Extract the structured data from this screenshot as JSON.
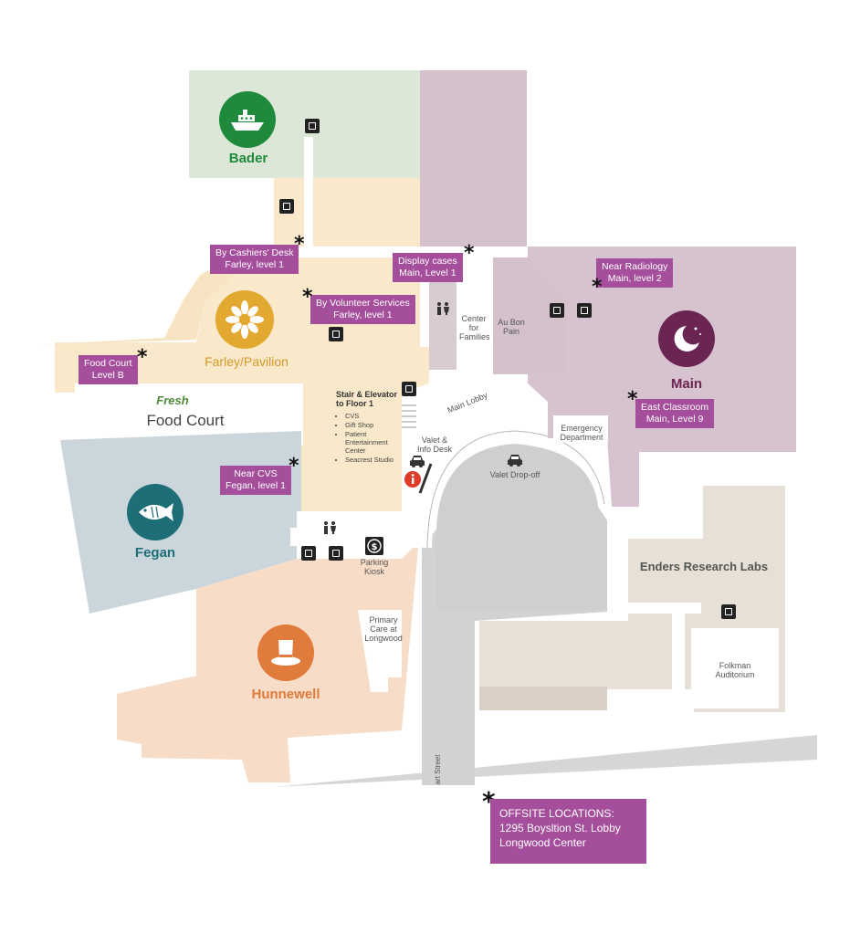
{
  "buildings": {
    "bader": "Bader",
    "farley": "Farley/Pavilion",
    "main": "Main",
    "fegan": "Fegan",
    "hunnewell": "Hunnewell",
    "enders": "Enders Research Labs",
    "food_court_brand": "Fresh",
    "food_court": "Food Court"
  },
  "places": {
    "center_for_families": "Center for Families",
    "au_bon_pain": "Au Bon Pain",
    "main_lobby": "Main Lobby",
    "emergency": "Emergency Department",
    "valet_info": "Valet & Info Desk",
    "valet_dropoff": "Valet Drop-off",
    "parking_kiosk": "Parking Kiosk",
    "primary_care": "Primary Care at Longwood",
    "folkman": "Folkman Auditorium",
    "street": "art Street"
  },
  "stair_elevator": {
    "title": "Stair & Elevator to Floor 1",
    "items": [
      "CVS",
      "Gift Shop",
      "Patient Entertainment Center",
      "Seacrest Studio"
    ]
  },
  "callouts": {
    "cashiers": {
      "line1": "By Cashiers' Desk",
      "line2": "Farley, level 1"
    },
    "display": {
      "line1": "Display cases",
      "line2": "Main, Level 1"
    },
    "radiology": {
      "line1": "Near Radiology",
      "line2": "Main, level 2"
    },
    "volunteer": {
      "line1": "By Volunteer Services",
      "line2": "Farley, level 1"
    },
    "foodcourt": {
      "line1": "Food Court",
      "line2": "Level B"
    },
    "east_classroom": {
      "line1": "East Classroom",
      "line2": "Main, Level 9"
    },
    "cvs": {
      "line1": "Near CVS",
      "line2": "Fegan, level 1"
    }
  },
  "offsite": {
    "title": "OFFSITE LOCATIONS:",
    "line1": "1295 Boysltion St. Lobby",
    "line2": "Longwood Center"
  },
  "marker_symbol": "*",
  "icons": [
    "boat-icon",
    "flower-icon",
    "moon-icon",
    "fish-icon",
    "top-hat-icon",
    "elevator-icon",
    "restroom-icon",
    "car-icon",
    "info-icon",
    "dollar-icon"
  ],
  "colors": {
    "bader": "#dce7d8",
    "bader_icon": "#1f8a3c",
    "farley": "#f9e8c9",
    "farley_icon": "#e3a830",
    "farley_text": "#d49a2a",
    "main": "#d7c2cf",
    "main_dark": "#c7b5bf",
    "main_icon": "#6b2552",
    "fegan": "#cdd8de",
    "fegan_icon": "#1e6e78",
    "hunnewell": "#f7dcc7",
    "hunnewell_icon": "#e07b3c",
    "enders": "#e8e1d8",
    "road": "#d4d4d4",
    "callout": "#a54e9c",
    "food_green": "#4f8b3b"
  }
}
